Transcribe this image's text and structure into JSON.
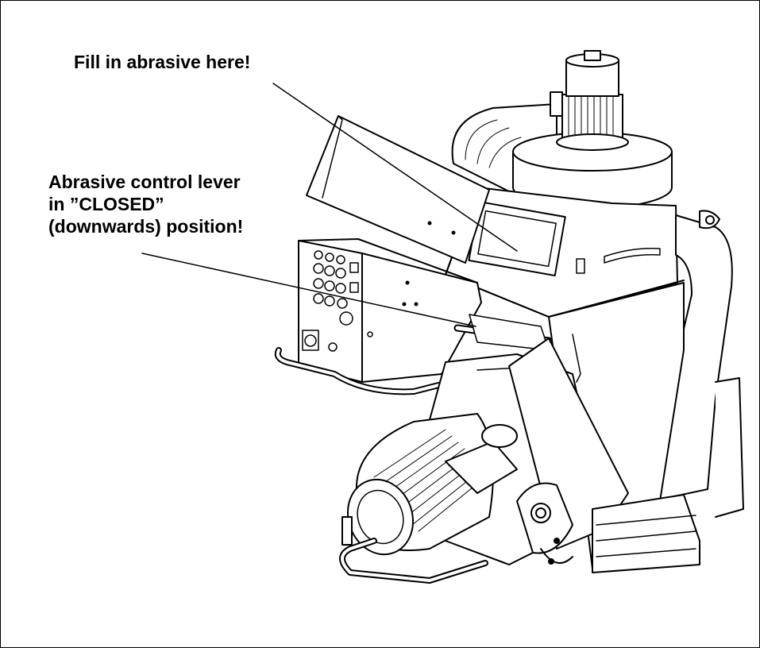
{
  "callouts": {
    "fill_abrasive": "Fill in abrasive here!",
    "control_lever": {
      "line1": "Abrasive control lever",
      "line2": "in ”CLOSED”",
      "line3": "(downwards) position!"
    }
  },
  "colors": {
    "line": "#000000",
    "background": "#ffffff",
    "shade": "#d9d9d9"
  }
}
